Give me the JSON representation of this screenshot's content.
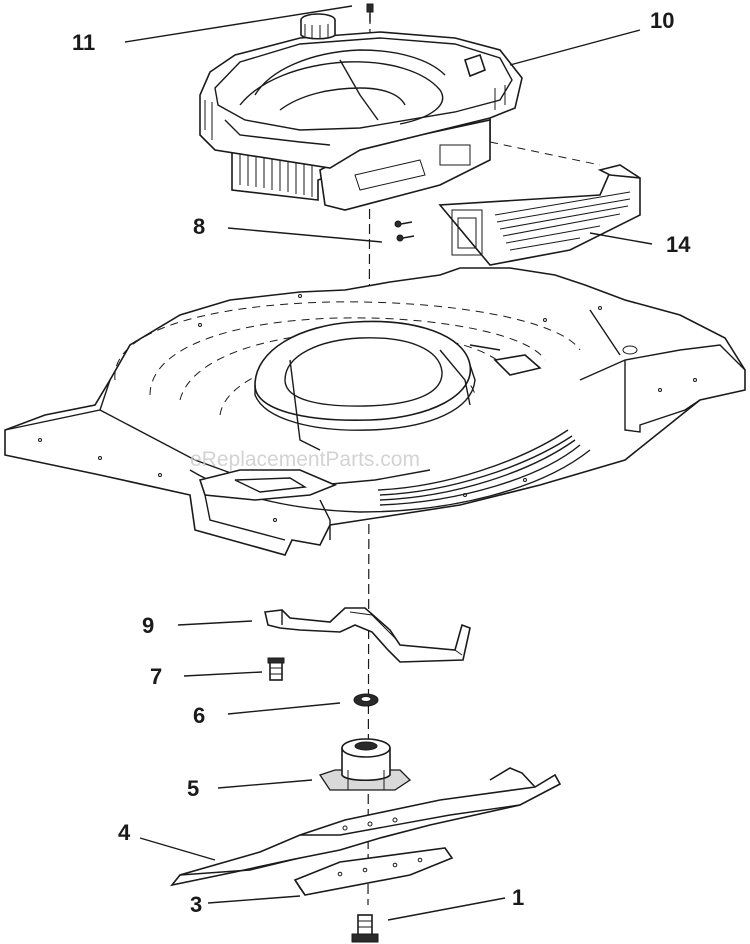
{
  "callouts": [
    {
      "id": "11",
      "label": "11"
    },
    {
      "id": "10",
      "label": "10"
    },
    {
      "id": "8",
      "label": "8"
    },
    {
      "id": "14",
      "label": "14"
    },
    {
      "id": "9",
      "label": "9"
    },
    {
      "id": "7",
      "label": "7"
    },
    {
      "id": "6",
      "label": "6"
    },
    {
      "id": "5",
      "label": "5"
    },
    {
      "id": "4",
      "label": "4"
    },
    {
      "id": "1",
      "label": "1"
    },
    {
      "id": "3",
      "label": "3"
    }
  ],
  "watermark": "eReplacementParts.com"
}
